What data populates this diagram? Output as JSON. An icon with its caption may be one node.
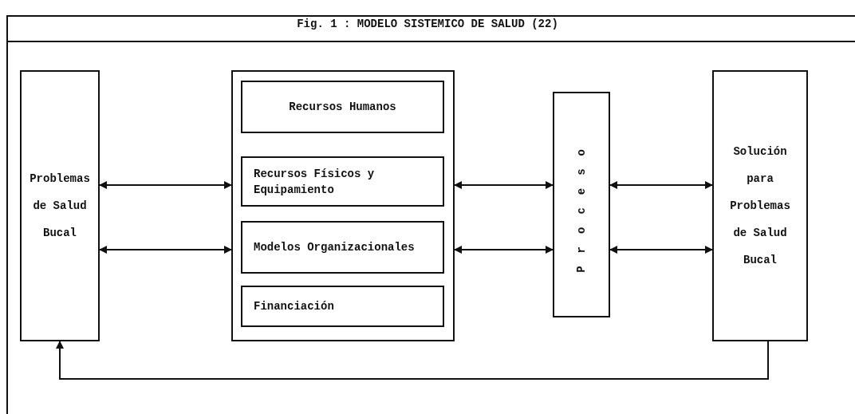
{
  "diagram": {
    "title": "Fig. 1 : MODELO SISTEMICO DE SALUD (22)",
    "nodes": [
      {
        "text": [
          "Problemas de Salud Bucal"
        ]
      },
      {
        "text": [],
        "shape": "box"
      },
      {
        "text": [
          "Recursos Humanos"
        ],
        "in": 1
      },
      {
        "text": [
          "Recursos Físicos y Equipamiento"
        ],
        "in": 1
      },
      {
        "text": [
          "Modelos Organizacionales"
        ],
        "in": 1
      },
      {
        "text": [
          "Financiación"
        ],
        "in": 1
      },
      {
        "text": [
          "Proceso"
        ]
      },
      {
        "text": [
          "Solución para Problemas de Salud Bucal"
        ]
      }
    ],
    "edges": [
      {
        "from": 0,
        "to": 1,
        "arrow": "both"
      },
      {
        "from": 0,
        "to": 1,
        "arrow": "both"
      },
      {
        "from": 1,
        "to": 6,
        "arrow": "both"
      },
      {
        "from": 1,
        "to": 6,
        "arrow": "both"
      },
      {
        "from": 6,
        "to": 7,
        "arrow": "both"
      },
      {
        "from": 6,
        "to": 7,
        "arrow": "both"
      },
      {
        "from": 7,
        "to": 0,
        "arrow": "to"
      }
    ]
  }
}
